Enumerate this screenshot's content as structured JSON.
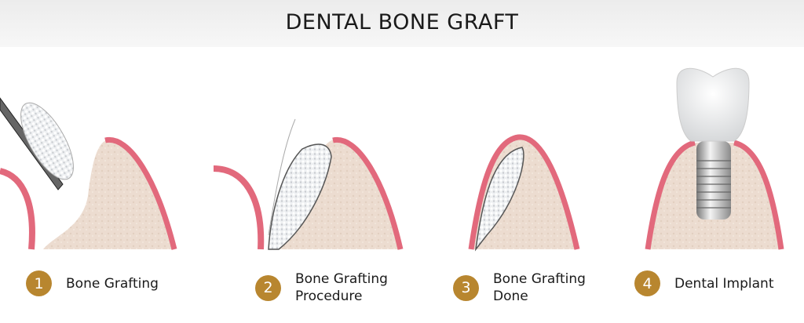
{
  "title": "DENTAL BONE GRAFT",
  "colors": {
    "badge": "#b8862f",
    "gum": "#e2697c",
    "bone": "#ecdcd0",
    "graft": "#f2f3f4"
  },
  "steps": [
    {
      "number": "1",
      "line1": "Bone Grafting",
      "line2": ""
    },
    {
      "number": "2",
      "line1": "Bone Grafting",
      "line2": "Procedure"
    },
    {
      "number": "3",
      "line1": "Bone Grafting",
      "line2": "Done"
    },
    {
      "number": "4",
      "line1": "Dental Implant",
      "line2": ""
    }
  ]
}
